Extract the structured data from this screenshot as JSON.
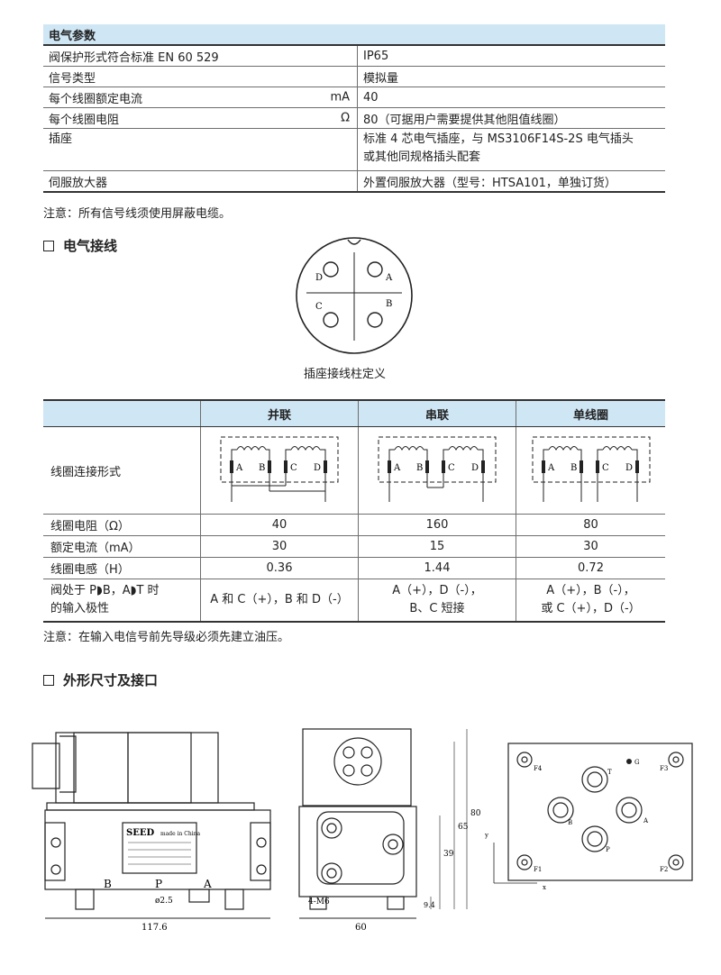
{
  "electrical": {
    "title": "电气参数",
    "rows": [
      {
        "label": "阀保护形式符合标准 EN 60 529",
        "unit": "",
        "value": "IP65"
      },
      {
        "label": "信号类型",
        "unit": "",
        "value": "模拟量"
      },
      {
        "label": "每个线圈额定电流",
        "unit": "mA",
        "value": "40"
      },
      {
        "label": "每个线圈电阻",
        "unit": "Ω",
        "value": "80（可据用户需要提供其他阻值线圈）"
      },
      {
        "label": "插座",
        "unit": "",
        "value": "标准 4 芯电气插座，与 MS3106F14S-2S 电气插头",
        "value2": "或其他同规格插头配套"
      },
      {
        "label": "伺服放大器",
        "unit": "",
        "value": "外置伺服放大器（型号：HTSA101，单独订货）"
      }
    ],
    "note": "注意：所有信号线须使用屏蔽电缆。"
  },
  "wiring": {
    "title": "电气接线",
    "pins": {
      "a": "A",
      "b": "B",
      "c": "C",
      "d": "D"
    },
    "caption": "插座接线柱定义"
  },
  "coil": {
    "headers": [
      "",
      "并联",
      "串联",
      "单线圈"
    ],
    "connection_label": "线圈连接形式",
    "terminals": [
      "A",
      "B",
      "C",
      "D"
    ],
    "rows": [
      {
        "label": "线圈电阻（Ω）",
        "values": [
          "40",
          "160",
          "80"
        ]
      },
      {
        "label": "额定电流（mA）",
        "values": [
          "30",
          "15",
          "30"
        ]
      },
      {
        "label": "线圈电感（H）",
        "values": [
          "0.36",
          "1.44",
          "0.72"
        ]
      }
    ],
    "polarity": {
      "label1": "阀处于 P◗B，A◗T 时",
      "label2": "的输入极性",
      "parallel": "A 和 C（+），B 和 D（-）",
      "series1": "A（+），D（-），",
      "series2": "B、C 短接",
      "single1": "A（+），B（-），",
      "single2": "或 C（+），D（-）"
    },
    "note": "注意：在输入电信号前先导级必须先建立油压。"
  },
  "dimensions": {
    "title": "外形尺寸及接口",
    "front_labels": {
      "b": "B",
      "p": "P",
      "a": "A",
      "hole": "ø2.5",
      "width": "117.6",
      "brand": "SEED",
      "made": "made in China"
    },
    "side_labels": {
      "h1": "80",
      "h2": "65",
      "h3": "39",
      "h4": "9.4",
      "thread": "4-M6",
      "width": "60"
    },
    "port_labels": {
      "f1": "F1",
      "f2": "F2",
      "f3": "F3",
      "f4": "F4",
      "a": "A",
      "b": "B",
      "p": "P",
      "t": "T",
      "g": "G",
      "x": "x",
      "y": "y"
    }
  }
}
